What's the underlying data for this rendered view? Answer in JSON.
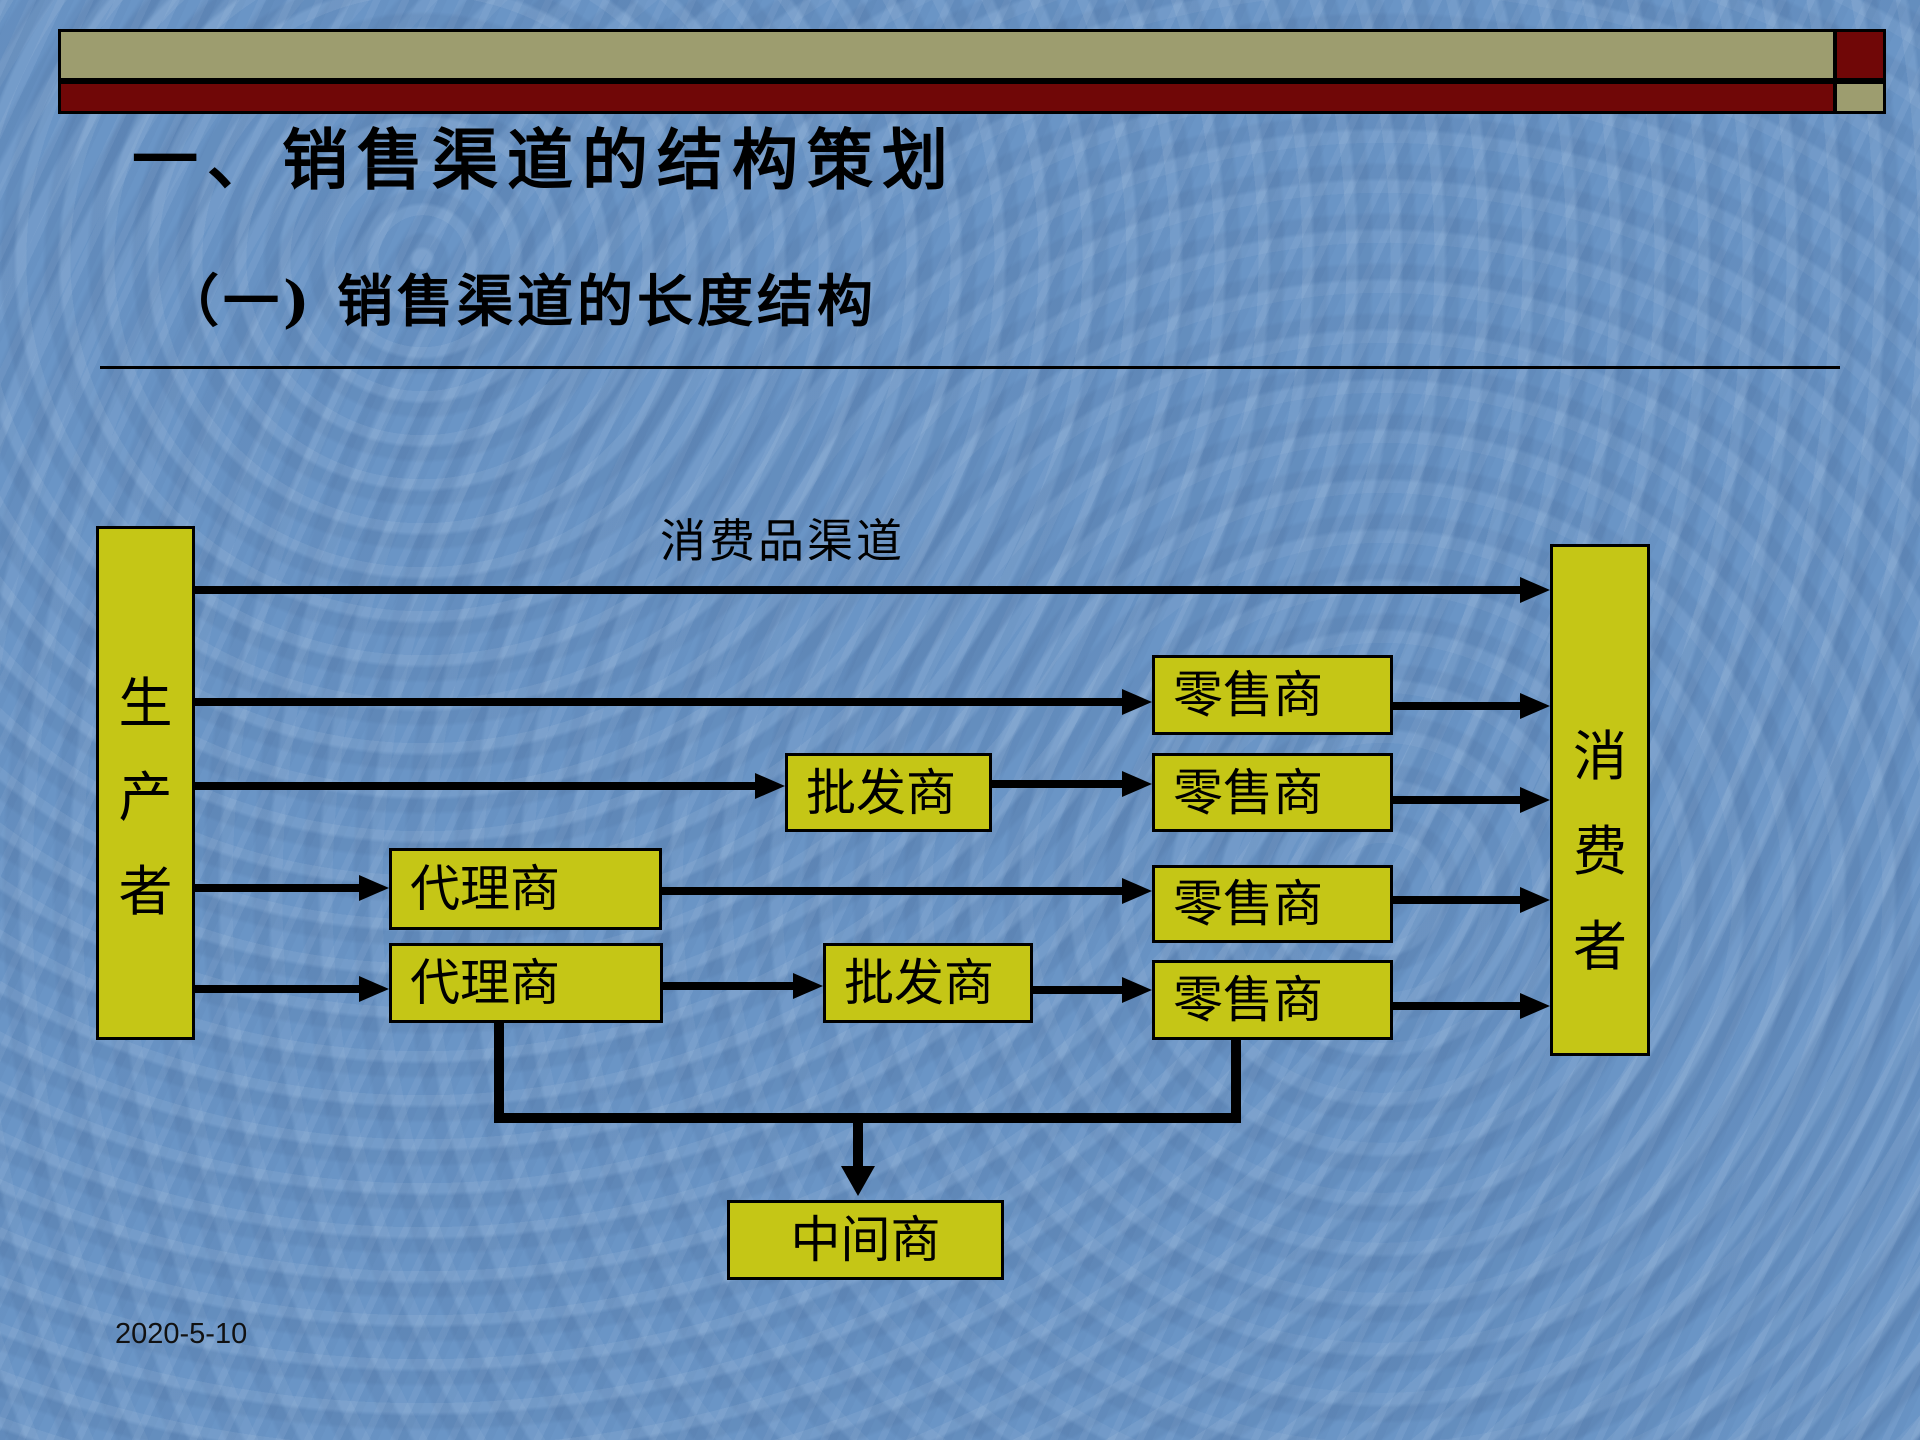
{
  "slide": {
    "title": "一、销售渠道的结构策划",
    "subtitle": "（一) 销售渠道的长度结构",
    "date": "2020-5-10"
  },
  "diagram": {
    "channel_label": "消费品渠道",
    "producer": {
      "label": "生产者",
      "chars": [
        "生",
        "产",
        "者"
      ]
    },
    "consumer": {
      "label": "消费者",
      "chars": [
        "消",
        "费",
        "者"
      ]
    },
    "nodes": {
      "retailer1": {
        "label": "零售商"
      },
      "retailer2": {
        "label": "零售商"
      },
      "retailer3": {
        "label": "零售商"
      },
      "retailer4": {
        "label": "零售商"
      },
      "wholesaler1": {
        "label": "批发商"
      },
      "wholesaler2": {
        "label": "批发商"
      },
      "agent1": {
        "label": "代理商"
      },
      "agent2": {
        "label": "代理商"
      },
      "middleman": {
        "label": "中间商"
      }
    }
  },
  "colors": {
    "background_blue": "#6a95c6",
    "node_fill": "#c5c616",
    "bar_khaki": "#9d9d6f",
    "bar_dark_red": "#700707",
    "line_black": "#000000"
  }
}
